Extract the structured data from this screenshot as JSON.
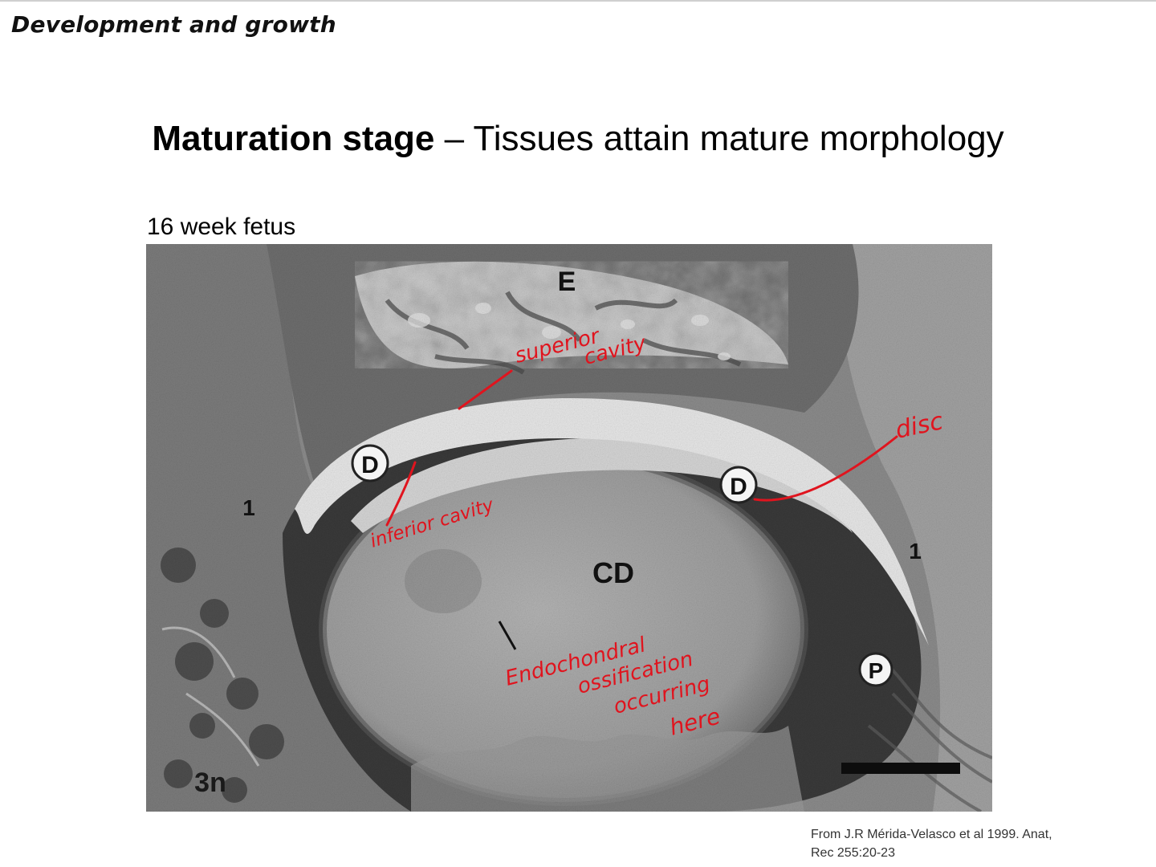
{
  "slide": {
    "section_header": "Development and growth",
    "title_bold": "Maturation stage",
    "title_rest": " – Tissues attain mature morphology",
    "caption": "16 week fetus",
    "citation_line1": "From J.R Mérida-Velasco et al 1999. Anat,",
    "citation_line2": "Rec 255:20-23"
  },
  "figure": {
    "labels": {
      "e": "E",
      "d_left": "D",
      "d_right": "D",
      "cd": "CD",
      "p": "P",
      "one_left": "1",
      "one_right": "1",
      "three_n": "3n"
    },
    "annotations": {
      "superior_1": "superior",
      "superior_2": "cavity",
      "inferior": "inferior cavity",
      "disc": "disc",
      "endo_1": "Endochondral",
      "endo_2": "ossification",
      "endo_3": "occurring",
      "endo_4": "here"
    },
    "annotation_color": "#e0141e"
  }
}
